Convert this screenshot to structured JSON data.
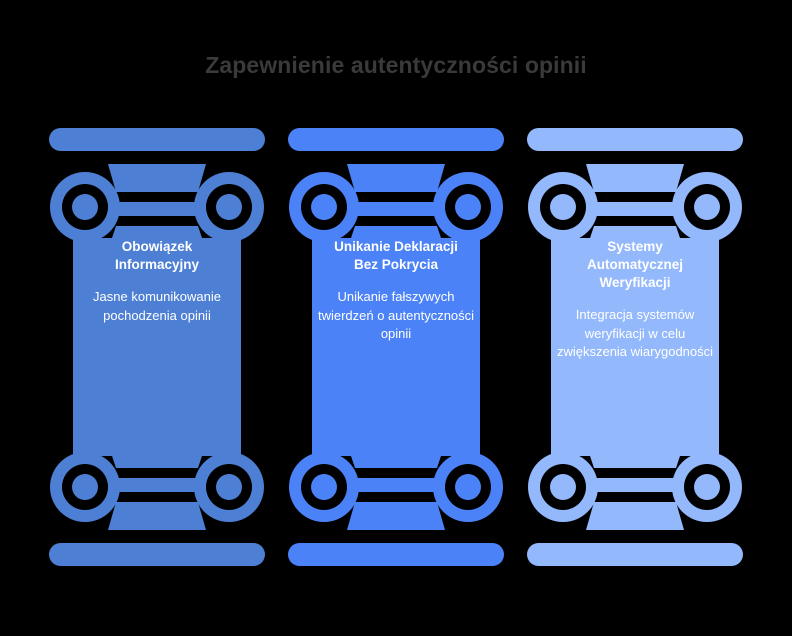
{
  "title": "Zapewnienie autentyczności opinii",
  "theme": {
    "background": "#000000",
    "title_color": "#3a3a3a",
    "text_color": "#ffffff"
  },
  "chart_data": {
    "type": "diagram",
    "title": "Zapewnienie autentyczności opinii",
    "subtype": "three-pillars",
    "categories": [
      "Obowiązek Informacyjny",
      "Unikanie Deklaracji Bez Pokrycia",
      "Systemy Automatycznej Weryfikacji"
    ],
    "values": [
      "Jasne komunikowanie pochodzenia opinii",
      "Unikanie fałszywych twierdzeń o autentyczności opinii",
      "Integracja systemów weryfikacji w celu zwiększenia wiarygodności"
    ],
    "colors": [
      "#4d7fd4",
      "#4c82f7",
      "#93b8fc"
    ],
    "legend": "none",
    "grid": false
  },
  "pillars": [
    {
      "id": "pillar-1",
      "heading": "Obowiązek\nInformacyjny",
      "heading_lines": [
        "Obowiązek",
        "Informacyjny"
      ],
      "description": "Jasne komunikowanie pochodzenia opinii",
      "color": "#4d7fd4"
    },
    {
      "id": "pillar-2",
      "heading": "Unikanie Deklaracji\nBez Pokrycia",
      "heading_lines": [
        "Unikanie Deklaracji",
        "Bez Pokrycia"
      ],
      "description": "Unikanie fałszywych twierdzeń o autentyczności opinii",
      "color": "#4c82f7"
    },
    {
      "id": "pillar-3",
      "heading": "Systemy\nAutomatycznej\nWeryfikacji",
      "heading_lines": [
        "Systemy",
        "Automatycznej",
        "Weryfikacji"
      ],
      "description": "Integracja systemów weryfikacji w celu zwiększenia wiarygodności",
      "color": "#93b8fc"
    }
  ]
}
